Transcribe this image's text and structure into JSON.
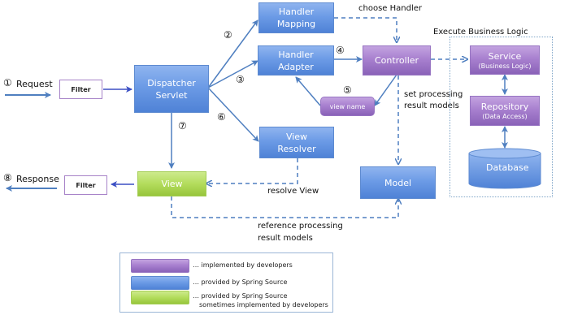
{
  "steps": {
    "s1": "①",
    "s2": "②",
    "s3": "③",
    "s4": "④",
    "s5": "⑤",
    "s6": "⑥",
    "s7": "⑦",
    "s8": "⑧"
  },
  "labels": {
    "request": "Request",
    "response": "Response",
    "choose_handler": "choose Handler",
    "execute_business_logic": "Execute Business Logic",
    "set_processing_1": "set processing",
    "set_processing_2": "result models",
    "resolve_view": "resolve View",
    "reference_processing_1": "reference processing",
    "reference_processing_2": "result models"
  },
  "nodes": {
    "filter_in": "Filter",
    "filter_out": "Filter",
    "dispatcher_1": "Dispatcher",
    "dispatcher_2": "Servlet",
    "handler_mapping_1": "Handler",
    "handler_mapping_2": "Mapping",
    "handler_adapter_1": "Handler",
    "handler_adapter_2": "Adapter",
    "controller": "Controller",
    "view_name": "view name",
    "view_resolver_1": "View",
    "view_resolver_2": "Resolver",
    "view": "View",
    "model": "Model",
    "service": "Service",
    "service_sub": "(Business Logic)",
    "repository": "Repository",
    "repository_sub": "(Data Access)",
    "database": "Database"
  },
  "legend": {
    "items": [
      {
        "color": "purple",
        "text": "… implemented by developers"
      },
      {
        "color": "blue",
        "text": "… provided by Spring Source"
      },
      {
        "color": "green",
        "text": "… provided by Spring Source",
        "text2": "sometimes implemented by developers"
      }
    ]
  },
  "colors": {
    "blue": "#6c9be6",
    "purple": "#a880cf",
    "green": "#b3dc5c",
    "arrow": "#4f7fc0"
  }
}
